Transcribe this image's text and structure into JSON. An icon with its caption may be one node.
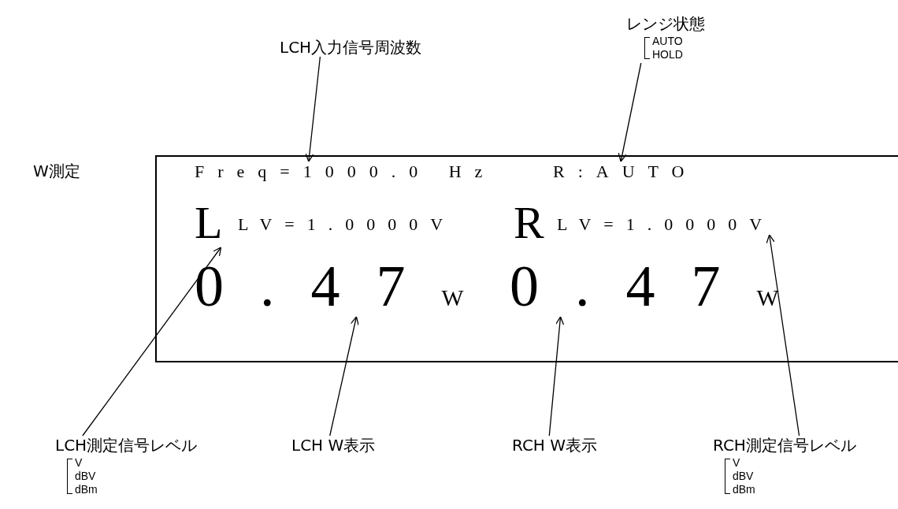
{
  "diagram": {
    "nodes": [
      {
        "text": [],
        "shape": "box"
      },
      {
        "text": [
          "Freq=1000.0 Hz"
        ],
        "in": 0
      },
      {
        "text": [
          "R:AUTO"
        ],
        "in": 0
      },
      {
        "text": [
          "L"
        ],
        "in": 0
      },
      {
        "text": [
          "LV=1.0000V"
        ],
        "in": 0
      },
      {
        "text": [
          "R"
        ],
        "in": 0
      },
      {
        "text": [
          "LV=1.0000V"
        ],
        "in": 0
      },
      {
        "text": [
          "0.47$_{W}$"
        ],
        "in": 0
      },
      {
        "text": [
          "0.47$_{W}$"
        ],
        "in": 0
      },
      {
        "text": [
          "LCH入力信号周波数"
        ]
      },
      {
        "text": [
          "レンジ状態"
        ],
        "beside": [
          "AUTO",
          "HOLD"
        ]
      },
      {
        "text": [
          "LCH測定信号レベル"
        ],
        "beside": [
          "V",
          "dBV",
          "dBm"
        ]
      },
      {
        "text": [
          "LCH W表示"
        ]
      },
      {
        "text": [
          "RCH W表示"
        ]
      },
      {
        "text": [
          "RCH測定信号レベル"
        ],
        "beside": [
          "V",
          "dBV",
          "dBm"
        ]
      }
    ],
    "edges": [
      {
        "from": 9,
        "to": 1,
        "arrow": "to"
      },
      {
        "from": 10,
        "to": 2,
        "arrow": "to"
      },
      {
        "from": 11,
        "to": 3,
        "arrow": "to"
      },
      {
        "from": 12,
        "to": 7,
        "arrow": "to"
      },
      {
        "from": 13,
        "to": 8,
        "arrow": "to"
      },
      {
        "from": 14,
        "to": 6,
        "arrow": "to"
      }
    ],
    "labels": [
      "W測定"
    ]
  }
}
